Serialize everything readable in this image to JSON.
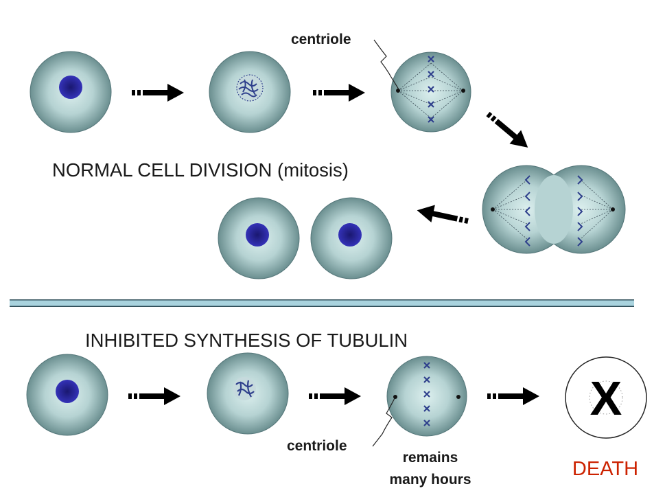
{
  "normal": {
    "title": "NORMAL CELL DIVISION (mitosis)",
    "centriole_label": "centriole"
  },
  "inhibited": {
    "title": "INHIBITED SYNTHESIS OF TUBULIN",
    "centriole_label": "centriole",
    "remains_line1": "remains",
    "remains_line2": "many hours",
    "death_label": "DEATH",
    "death_symbol": "X"
  },
  "colors": {
    "cell_center": "#dcefee",
    "cell_edge": "#6b8f90",
    "nucleus": "#2b2aa5",
    "chromosome": "#2e3f8c",
    "arrow": "#000000",
    "divider": "#a9d3de",
    "death_text": "#cc2200"
  }
}
